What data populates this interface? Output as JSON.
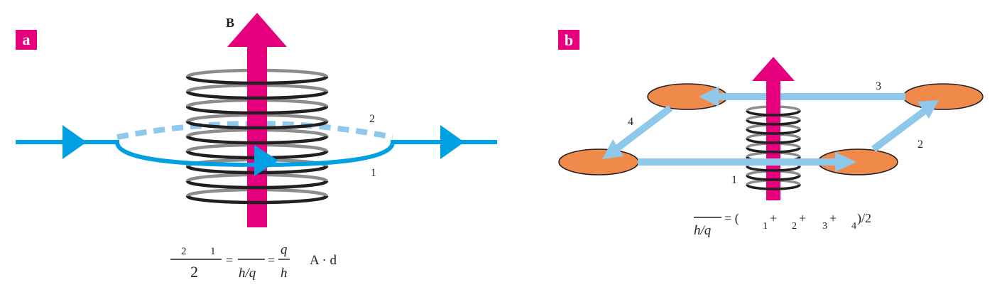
{
  "colors": {
    "magenta": "#e6007e",
    "cyan": "#00a0e3",
    "light_blue": "#8ec8ea",
    "orange": "#f08a4b",
    "coil_dark": "#231f20",
    "coil_gray": "#8c8c8c"
  },
  "panel_a": {
    "badge": "a",
    "field_label": "B",
    "path_upper": "2",
    "path_lower": "1",
    "formula": {
      "numerator_left": "2",
      "numerator_right": "1",
      "denominator": "2",
      "eq1": "=",
      "mid_denominator": "h/q",
      "eq2": "=",
      "q": "q",
      "h": "h",
      "integral": "A · d"
    }
  },
  "panel_b": {
    "badge": "b",
    "path_1": "1",
    "path_2": "2",
    "path_3": "3",
    "path_4": "4",
    "formula": {
      "denominator": "h/q",
      "rhs_open": "= (",
      "t1": "1",
      "p1": "+",
      "t2": "2",
      "p2": "+",
      "t3": "3",
      "p3": "+",
      "t4": "4",
      "rhs_close": ")/2"
    }
  }
}
